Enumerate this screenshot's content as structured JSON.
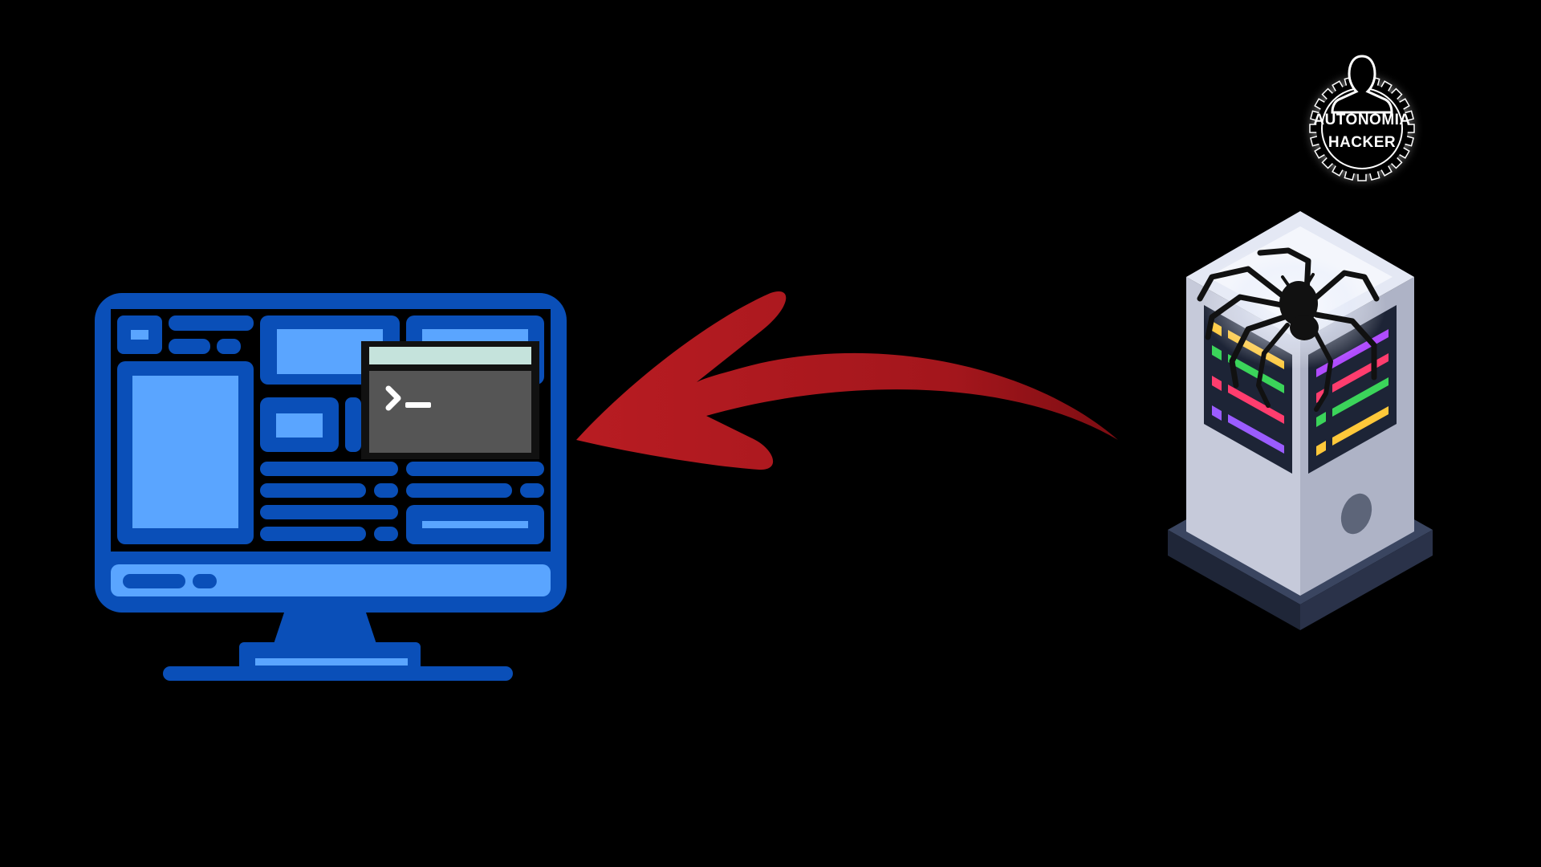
{
  "logo": {
    "line1": "AUTONOMIA",
    "line2": "HACKER"
  },
  "colors": {
    "background": "#000000",
    "monitor_dark": "#0a4fb8",
    "monitor_light": "#5aa5ff",
    "terminal_body": "#555555",
    "terminal_bar": "#c5e3dc",
    "arrow": "#b01a20",
    "server_side": "#c6cada",
    "server_base": "#2a3249",
    "spider": "#111111"
  },
  "terminal": {
    "prompt_glyph": ">_"
  },
  "icons": {
    "monitor": "desktop-computer-icon",
    "terminal": "terminal-window-icon",
    "arrow": "curved-arrow-icon",
    "server": "server-tower-icon",
    "spider": "spider-icon",
    "logo": "hacker-gear-logo"
  }
}
